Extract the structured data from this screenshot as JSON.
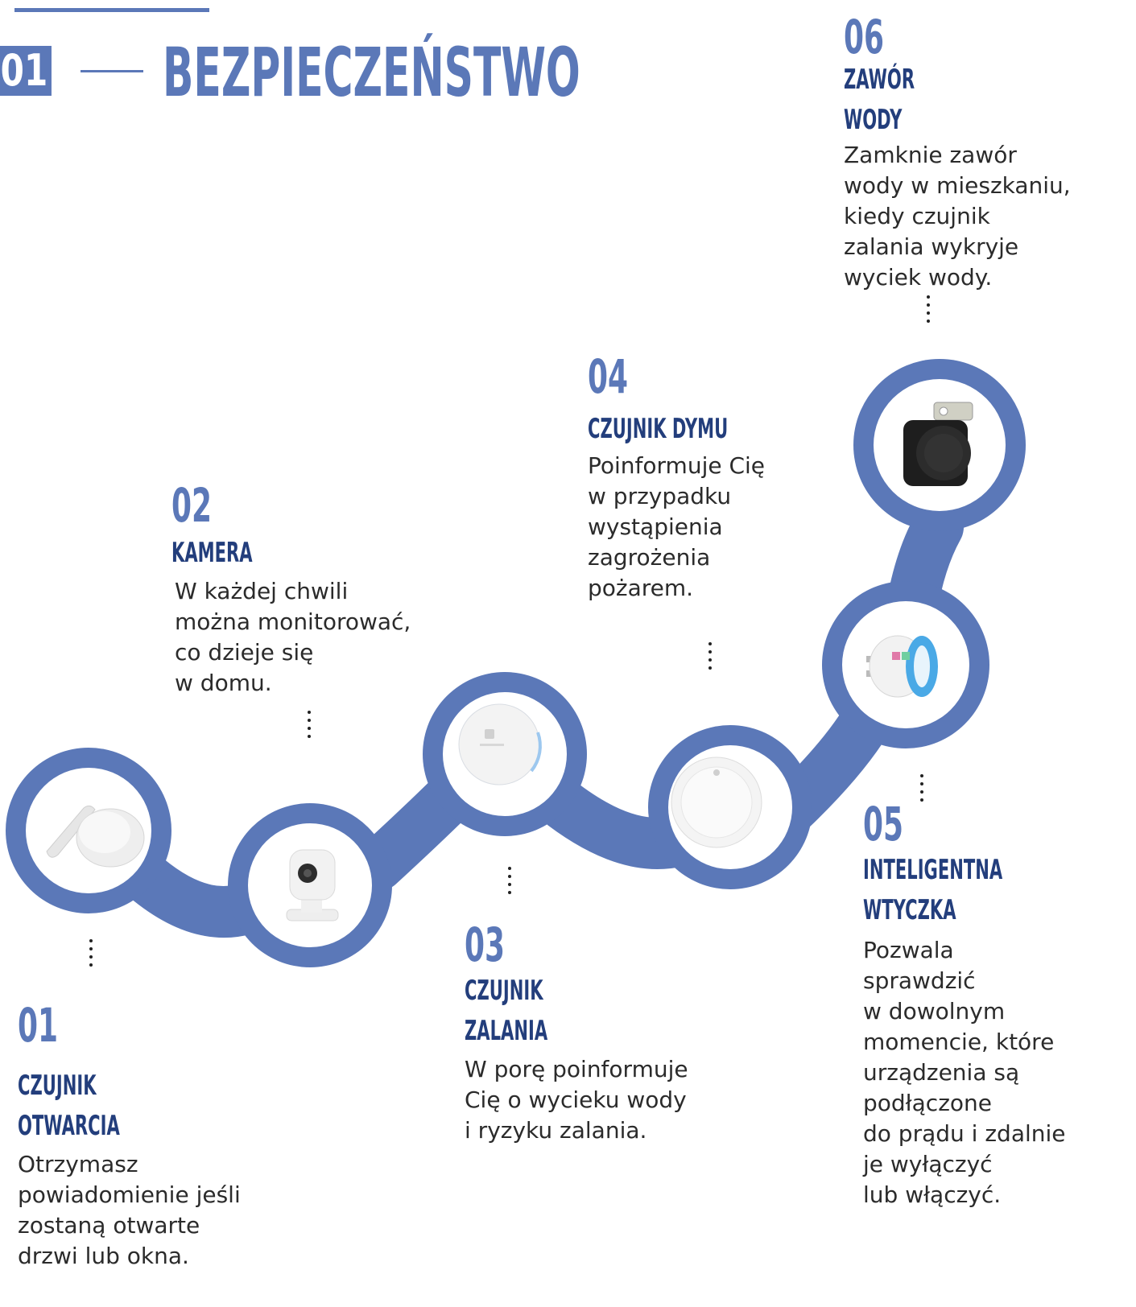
{
  "section": {
    "number": "01",
    "title": "BEZPIECZEŃSTWO"
  },
  "colors": {
    "accent": "#5b78b8",
    "heading": "#233e7c",
    "text": "#2b2b2b"
  },
  "items": [
    {
      "num": "01",
      "name": "CZUJNIK\nOTWARCIA",
      "desc": "Otrzymasz\npowiadomienie jeśli\nzostaną otwarte\ndrzwi lub okna.",
      "icon": "door-sensor-icon"
    },
    {
      "num": "02",
      "name": "KAMERA",
      "desc": "W każdej chwili\nmożna monitorować,\nco dzieje się\nw domu.",
      "icon": "camera-icon"
    },
    {
      "num": "03",
      "name": "CZUJNIK\nZALANIA",
      "desc": "W porę poinformuje\nCię o wycieku wody\ni ryzyku zalania.",
      "icon": "flood-sensor-icon"
    },
    {
      "num": "04",
      "name": "CZUJNIK  DYMU",
      "desc": "Poinformuje Cię\nw przypadku\nwystąpienia\nzagrożenia\npożarem.",
      "icon": "smoke-detector-icon"
    },
    {
      "num": "05",
      "name": "INTELIGENTNA\nWTYCZKA",
      "desc": "Pozwala\nsprawdzić\nw dowolnym\nmomencie, które\nurządzenia są\npodłączone\ndo prądu i zdalnie\nje wyłączyć\nlub włączyć.",
      "icon": "smart-plug-icon"
    },
    {
      "num": "06",
      "name": "ZAWÓR\nWODY",
      "desc": "Zamknie zawór\nwody w mieszkaniu,\nkiedy czujnik\nzalania wykryje\nwyciek wody.",
      "icon": "water-valve-icon"
    }
  ]
}
